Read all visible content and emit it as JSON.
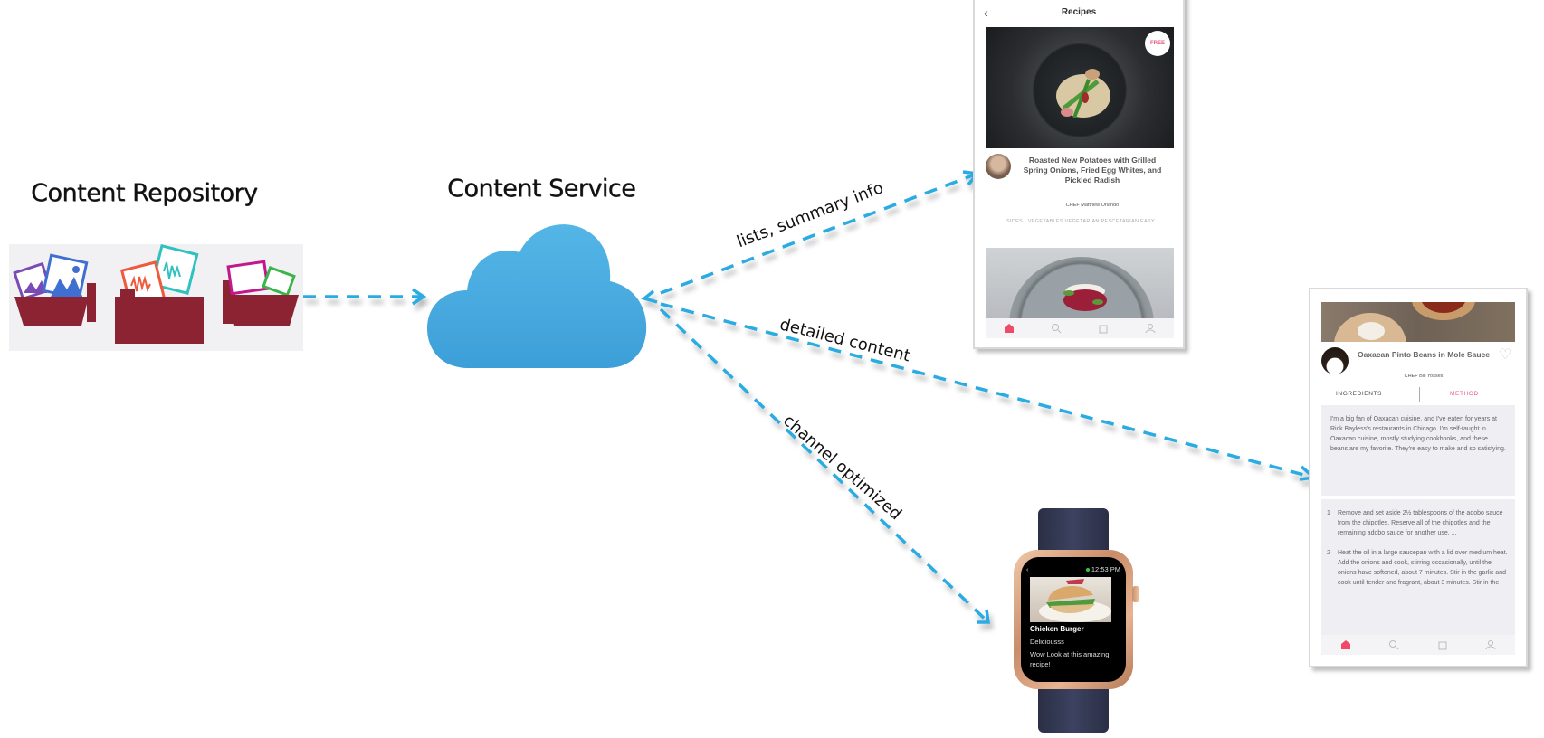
{
  "diagram": {
    "nodes": {
      "repository": {
        "title": "Content Repository",
        "folders": [
          {
            "type": "images",
            "icon": "image-folder-icon"
          },
          {
            "type": "audio",
            "icon": "audio-folder-icon"
          },
          {
            "type": "video",
            "icon": "video-folder-icon"
          }
        ]
      },
      "service": {
        "title": "Content Service",
        "icon": "cloud-icon"
      }
    },
    "edges": [
      {
        "from": "repository",
        "to": "service",
        "label": ""
      },
      {
        "from": "service",
        "to": "phone-list",
        "label": "lists, summary info"
      },
      {
        "from": "service",
        "to": "phone-detail",
        "label": "detailed content"
      },
      {
        "from": "service",
        "to": "watch",
        "label": "channel optimized"
      }
    ],
    "colors": {
      "arrow": "#29abe2",
      "folder": "#8b2332",
      "cloud": "#4aaee0"
    }
  },
  "phone_list": {
    "header": "Recipes",
    "back_icon": "chevron-left-icon",
    "badge": "FREE",
    "recipe_title": "Roasted New Potatoes with Grilled Spring Onions, Fried Egg Whites, and Pickled Radish",
    "chef": "CHEF Matthew Orlando",
    "tags": "SIDES · VEGETABLES   VEGETARIAN   PESCETARIAN   EASY",
    "tabs": [
      "home",
      "search",
      "bag",
      "profile"
    ]
  },
  "phone_detail": {
    "recipe_title": "Oaxacan Pinto Beans in Mole Sauce",
    "chef": "CHEF Bill Yosses",
    "tabs": {
      "ingredients": "INGREDIENTS",
      "method": "METHOD"
    },
    "intro": "I'm a big fan of Oaxacan cuisine, and I've eaten for years at Rick Bayless's restaurants in Chicago. I'm self-taught in Oaxacan cuisine, mostly studying cookbooks, and these beans are my favorite. They're easy to make and so satisfying.",
    "steps": [
      {
        "n": "1",
        "text": "Remove and set aside 2½ tablespoons of the adobo sauce from the chipotles. Reserve all of the chipotles and the remaining adobo sauce for another use. ..."
      },
      {
        "n": "2",
        "text": "Heat the oil in a large saucepan with a lid over medium heat. Add the onions and cook, stirring occasionally, until the onions have softened, about 7 minutes. Stir in the garlic and cook until tender and fragrant, about 3 minutes. Stir in the"
      }
    ],
    "accent": "#e8577f"
  },
  "watch": {
    "time": "12:53 PM",
    "back": "‹",
    "title": "Chicken Burger",
    "subtitle": "Deliciousss",
    "description": "Wow Look at this amazing recipe!"
  }
}
